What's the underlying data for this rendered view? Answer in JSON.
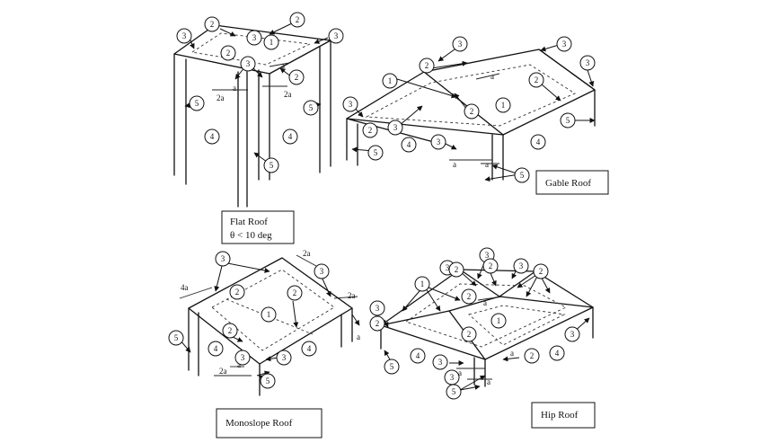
{
  "labels": {
    "flat": "Flat Roof",
    "flat_angle": "θ < 10 deg",
    "gable": "Gable Roof",
    "mono": "Monoslope Roof",
    "hip": "Hip Roof"
  },
  "dims": {
    "a": "a",
    "two_a": "2a",
    "four_a": "4a"
  },
  "zones": {
    "z1": "1",
    "z2": "2",
    "z3": "3",
    "z4": "4",
    "z5": "5"
  }
}
